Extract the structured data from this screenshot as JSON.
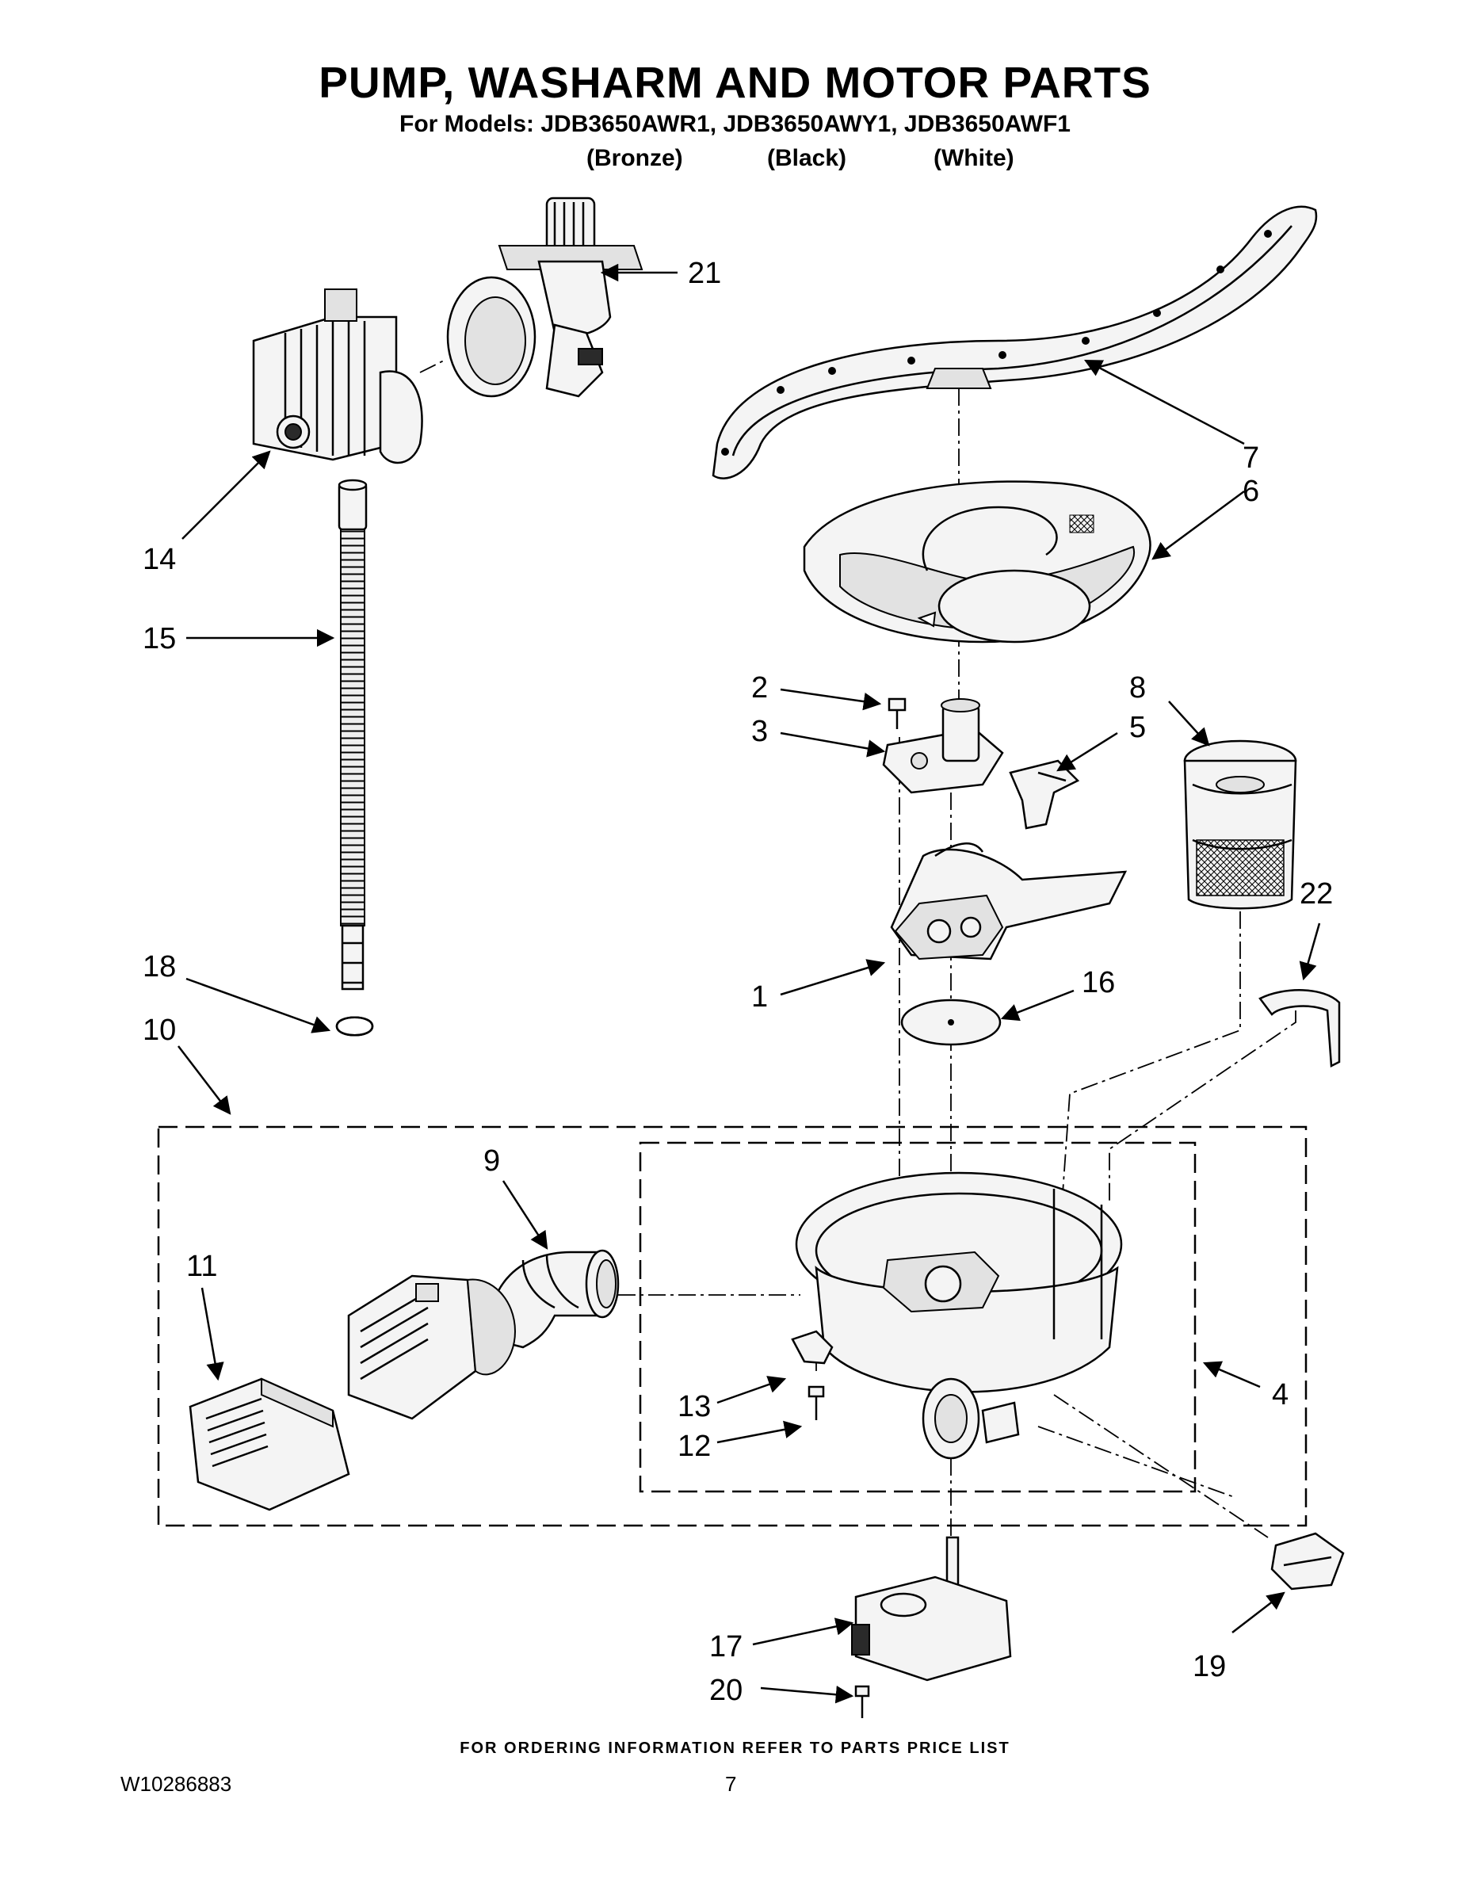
{
  "header": {
    "title": "PUMP, WASHARM AND MOTOR PARTS",
    "models": "For Models: JDB3650AWR1, JDB3650AWY1, JDB3650AWF1",
    "variants": [
      "(Bronze)",
      "(Black)",
      "(White)"
    ]
  },
  "callouts": [
    "21",
    "7",
    "6",
    "14",
    "15",
    "2",
    "3",
    "8",
    "5",
    "22",
    "1",
    "16",
    "18",
    "10",
    "9",
    "11",
    "13",
    "12",
    "4",
    "17",
    "19",
    "20"
  ],
  "footer": {
    "note": "FOR ORDERING INFORMATION REFER TO PARTS PRICE LIST",
    "doc_id": "W10286883",
    "page": "7"
  }
}
